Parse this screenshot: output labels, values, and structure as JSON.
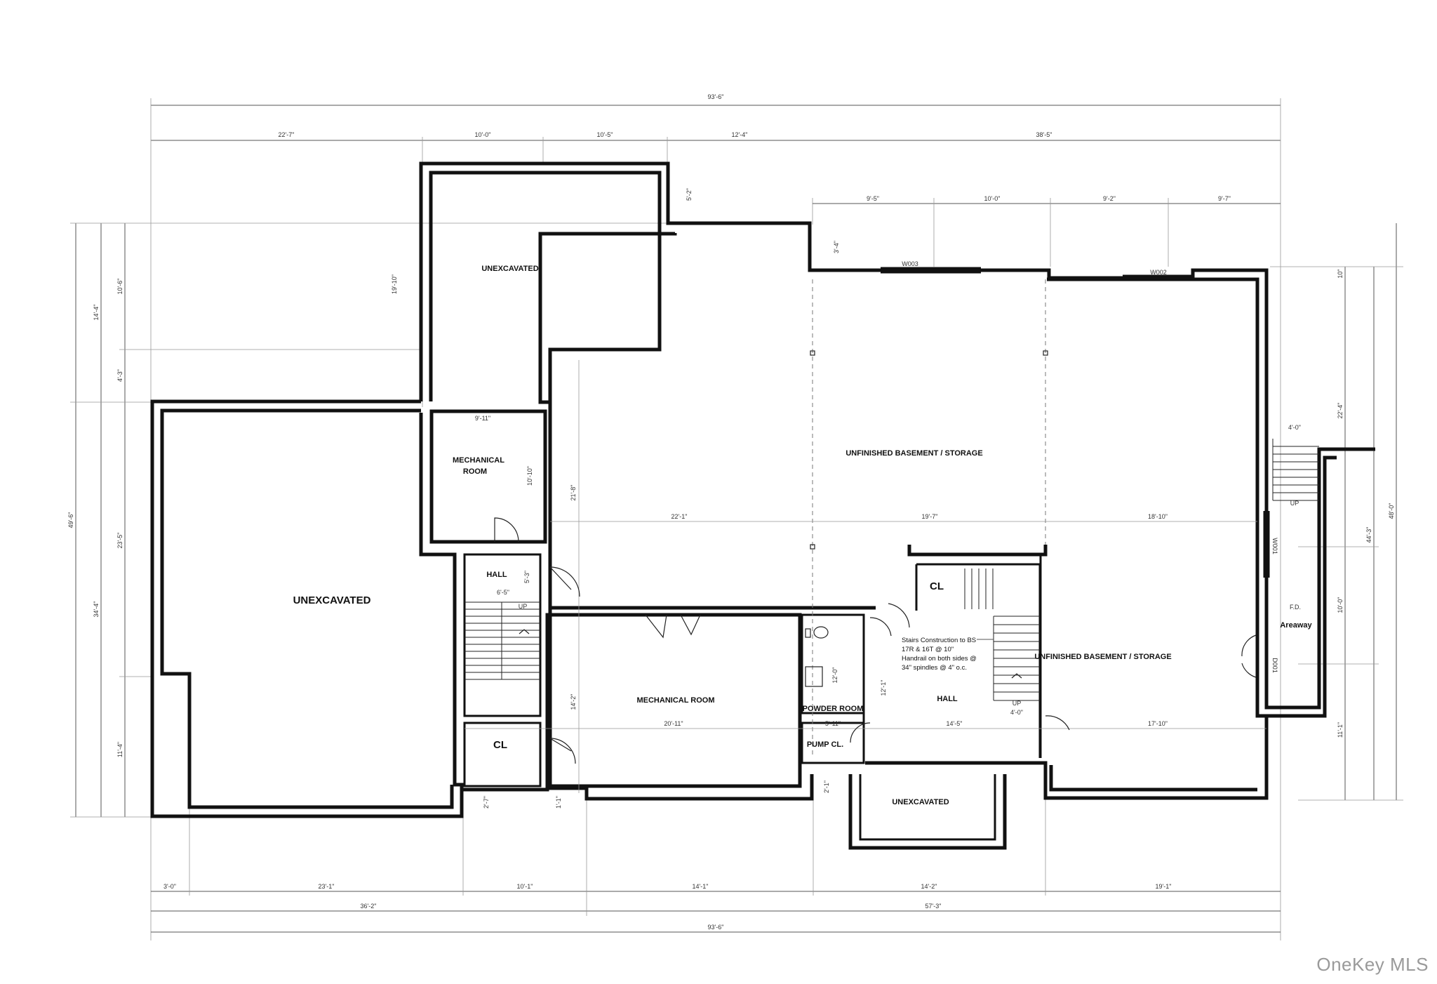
{
  "dimensions": {
    "overall_top": "93'-6\"",
    "top_segments": [
      "22'-7\"",
      "10'-0\"",
      "10'-5\"",
      "12'-4\"",
      "38'-5\""
    ],
    "upper_right_segments": [
      "9'-5\"",
      "10'-0\"",
      "9'-2\"",
      "9'-7\""
    ],
    "overall_bottom": "93'-6\"",
    "bottom_split": [
      "36'-2\"",
      "57'-3\""
    ],
    "bottom_segments": [
      "3'-0\"",
      "23'-1\"",
      "10'-1\"",
      "14'-1\"",
      "14'-2\"",
      "19'-1\""
    ],
    "left_overall": "49'-6\"",
    "left_split": [
      "14'-4\"",
      "34'-4\""
    ],
    "left_segments": [
      "10'-6\"",
      "4'-3\"",
      "23'-5\"",
      "11'-4\""
    ],
    "right_overall": "48'-0\"",
    "right_segments": [
      "10\"",
      "22'-4\"",
      "44'-3\"",
      "10'-0\"",
      "11'-1\""
    ],
    "interior": {
      "unexc_top_h": "19'-10\"",
      "notch": "5'-2\"",
      "bump": "3'-4\"",
      "mech_w": "9'-11\"",
      "mech_h": "10'-10\"",
      "stair_w": "21'-8\"",
      "hall_h": "5'-3\"",
      "hall_w": "6'-5\"",
      "mech2_h": "14'-2\"",
      "mech2_w": "20'-11\"",
      "basement_w1": "22'-1\"",
      "basement_w2": "19'-7\"",
      "basement_w3": "18'-10\"",
      "hall_h2": "12'-1\"",
      "hall_w2": "14'-5\"",
      "right_room_w": "17'-10\"",
      "powder_h": "12'-0\"",
      "pump_w": "5'-11\"",
      "up_w": "4'-0\"",
      "areaway_w": "4'-0\"",
      "low_a": "1'-1\"",
      "low_b": "2'-7\"",
      "low_c": "2'-1\""
    }
  },
  "windows": [
    "W003",
    "W002",
    "W001",
    "D001"
  ],
  "rooms": {
    "unexcavated_top": "UNEXCAVATED",
    "unexcavated_left": "UNEXCAVATED",
    "unexcavated_bottom": "UNEXCAVATED",
    "mechanical_room_1_line1": "MECHANICAL",
    "mechanical_room_1_line2": "ROOM",
    "hall_left": "HALL",
    "closet_left": "CL",
    "mechanical_room_2": "MECHANICAL ROOM",
    "basement_main": "UNFINISHED BASEMENT / STORAGE",
    "basement_right": "UNFINISHED BASEMENT / STORAGE",
    "closet_mid": "CL",
    "powder_room": "POWDER ROOM",
    "pump_closet": "PUMP CL.",
    "hall_mid": "HALL",
    "areaway": "Areaway",
    "floor_drain": "F.D."
  },
  "stairs_labels": [
    "UP",
    "UP",
    "UP"
  ],
  "stair_note": [
    "Stairs Construction to BS",
    "17R & 16T @ 10\"",
    "Handrail on both sides @",
    "34\" spindles @ 4\" o.c."
  ],
  "watermark": "OneKey MLS"
}
